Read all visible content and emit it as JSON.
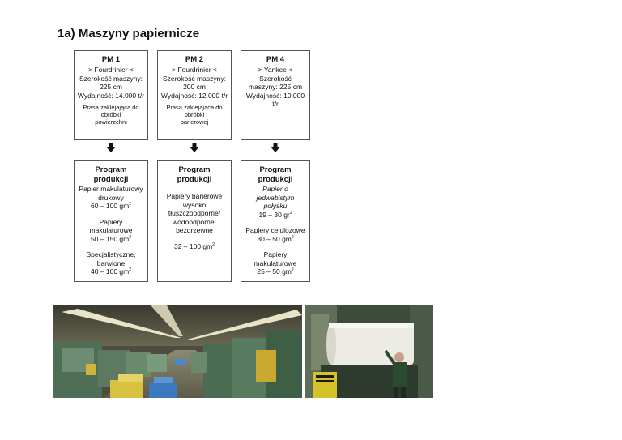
{
  "title": "1a) Maszyny papiernicze",
  "machines": [
    {
      "name": "PM 1",
      "lines": [
        "> Fourdrinier <",
        "Szerokość maszyny:",
        "225 cm",
        "Wydajność: 14.000 t/r"
      ],
      "note_lines": [
        "Prasa zaklejająca do",
        "obróbki",
        "powierzchni"
      ]
    },
    {
      "name": "PM 2",
      "lines": [
        "> Fourdrinier <",
        "Szerokość maszyny:",
        "200 cm",
        "Wydajność: 12.000 t/r"
      ],
      "note_lines": [
        "Prasa zaklejająca do",
        "obróbki",
        "barierowej"
      ]
    },
    {
      "name": "PM 4",
      "lines": [
        "> Yankee <",
        "Szerokość",
        "maszyny: 225 cm",
        "Wydajność: 10.000",
        "t/r"
      ]
    }
  ],
  "programs": [
    {
      "heading_lines": [
        "Program",
        "produkcji"
      ],
      "items": [
        {
          "lines": [
            "Papier makulaturowy",
            "drukowy"
          ],
          "range": "60 – 100 gm",
          "exp": "2"
        },
        {
          "lines": [
            "Papiery",
            "makulaturowe"
          ],
          "range": "50 – 150 gm",
          "exp": "2"
        },
        {
          "lines": [
            "Specjalistyczne,",
            "barwione"
          ],
          "range": "40 – 100 gm",
          "exp": "2"
        }
      ]
    },
    {
      "heading_lines": [
        "Program produkcji"
      ],
      "items": [
        {
          "lines": [
            "Papiery barierowe",
            "wysoko",
            "tłuszczoodporne/",
            "wodoodporne,",
            "bezdrzewne"
          ],
          "range": "32 – 100 gm",
          "exp": "2"
        }
      ]
    },
    {
      "heading_lines": [
        "Program",
        "produkcji"
      ],
      "items": [
        {
          "lines": [
            "Papier o",
            "jedwabistym",
            "połysku"
          ],
          "range": "19 – 30 gr",
          "exp": "2",
          "italic": true
        },
        {
          "lines": [
            "Papiery celulozowe"
          ],
          "range": "30 – 50 gm",
          "exp": "2"
        },
        {
          "lines": [
            "Papiery",
            "makulaturowe"
          ],
          "range": "25 – 50 gm",
          "exp": "2"
        }
      ]
    }
  ],
  "colors": {
    "border": "#555555",
    "arrow": "#111111"
  },
  "icons": [
    "arrow-down-icon"
  ],
  "images": [
    "paper-machine-hall-photo",
    "paper-roll-worker-photo"
  ]
}
